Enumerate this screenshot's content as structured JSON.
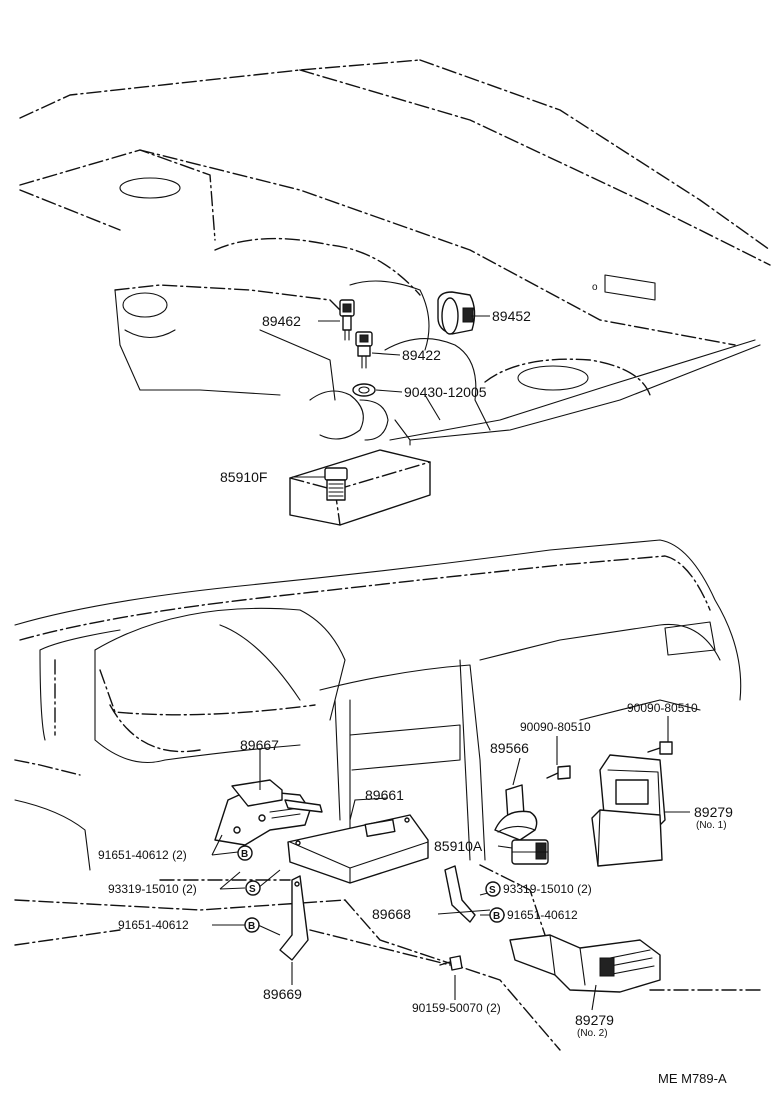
{
  "parts": {
    "p89462": "89462",
    "p89452": "89452",
    "p89422": "89422",
    "p90430": "90430-12005",
    "p85910F": "85910F",
    "p89667": "89667",
    "p89661": "89661",
    "p89566": "89566",
    "p90090a": "90090-80510",
    "p90090b": "90090-80510",
    "p89279a": "89279",
    "p89279a_note": "(No. 1)",
    "p85910A": "85910A",
    "p91651a": "91651-40612 (2)",
    "p93319a": "93319-15010 (2)",
    "p91651b": "91651-40612",
    "p93319b": "93319-15010 (2)",
    "p89668": "89668",
    "p91651c": "91651-40612",
    "p89669": "89669",
    "p90159": "90159-50070 (2)",
    "p89279b": "89279",
    "p89279b_note": "(No. 2)"
  },
  "symbols": {
    "bolt": "B",
    "screw": "S"
  },
  "caption": "ME M789-A"
}
